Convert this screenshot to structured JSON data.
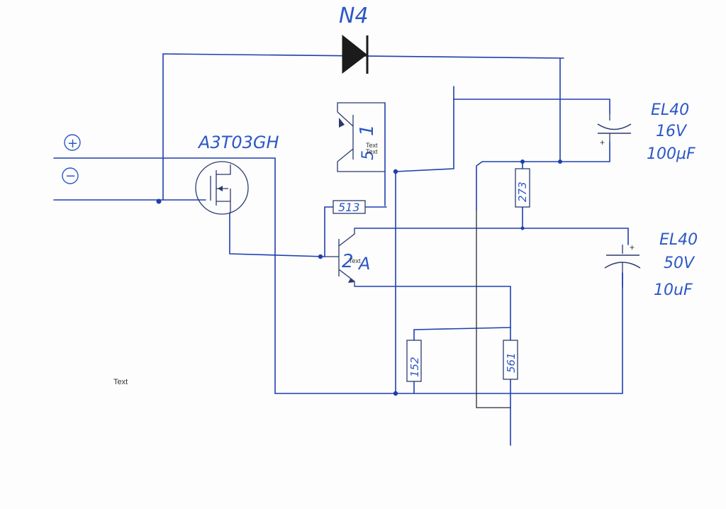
{
  "diagram": {
    "colors": {
      "wire": "#1f3fae",
      "ink": "#2b57c6",
      "component": "#2b3a6e",
      "paper": "#fdfdfd"
    },
    "labels": {
      "diode": "N4",
      "mosfet": "A3T03GH",
      "terminal_plus": "+",
      "terminal_minus": "−",
      "cap1_line1": "EL40",
      "cap1_line2": "16V",
      "cap1_line3": "100µF",
      "cap2_line1": "EL40",
      "cap2_line2": "50V",
      "cap2_line3": "10uF",
      "cap_polarity": "+",
      "resistor_513": "513",
      "resistor_273": "273",
      "resistor_152": "152",
      "resistor_561": "561",
      "transistor_top": "1",
      "transistor_top_overlay": "5",
      "transistor_bottom": "2",
      "transistor_bottom_suffix": "A",
      "placeholder_text": "Text"
    }
  }
}
